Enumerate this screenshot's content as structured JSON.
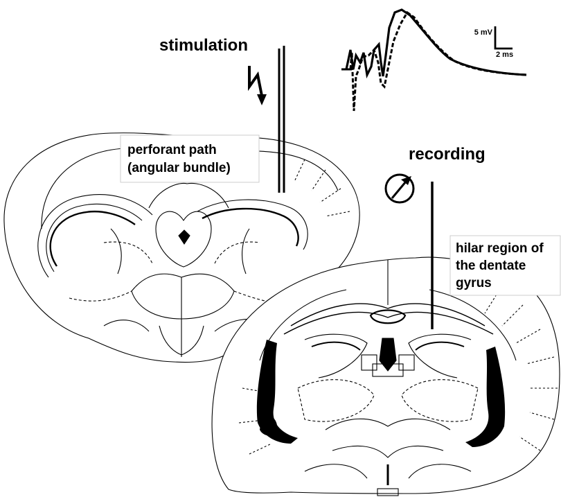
{
  "labels": {
    "stimulation": "stimulation",
    "recording": "recording",
    "perforant_line1": "perforant path",
    "perforant_line2": "(angular bundle)",
    "hilar_line1": "hilar region of",
    "hilar_line2": "the dentate",
    "hilar_line3": "gyrus"
  },
  "scale_bar": {
    "voltage": "5 mV",
    "time": "2 ms"
  },
  "icons": {
    "stimulation": "lightning-bolt-icon",
    "recording": "circled-arrow-icon"
  },
  "colors": {
    "ink": "#000000",
    "paper": "#ffffff",
    "label_border": "#cccccc"
  }
}
